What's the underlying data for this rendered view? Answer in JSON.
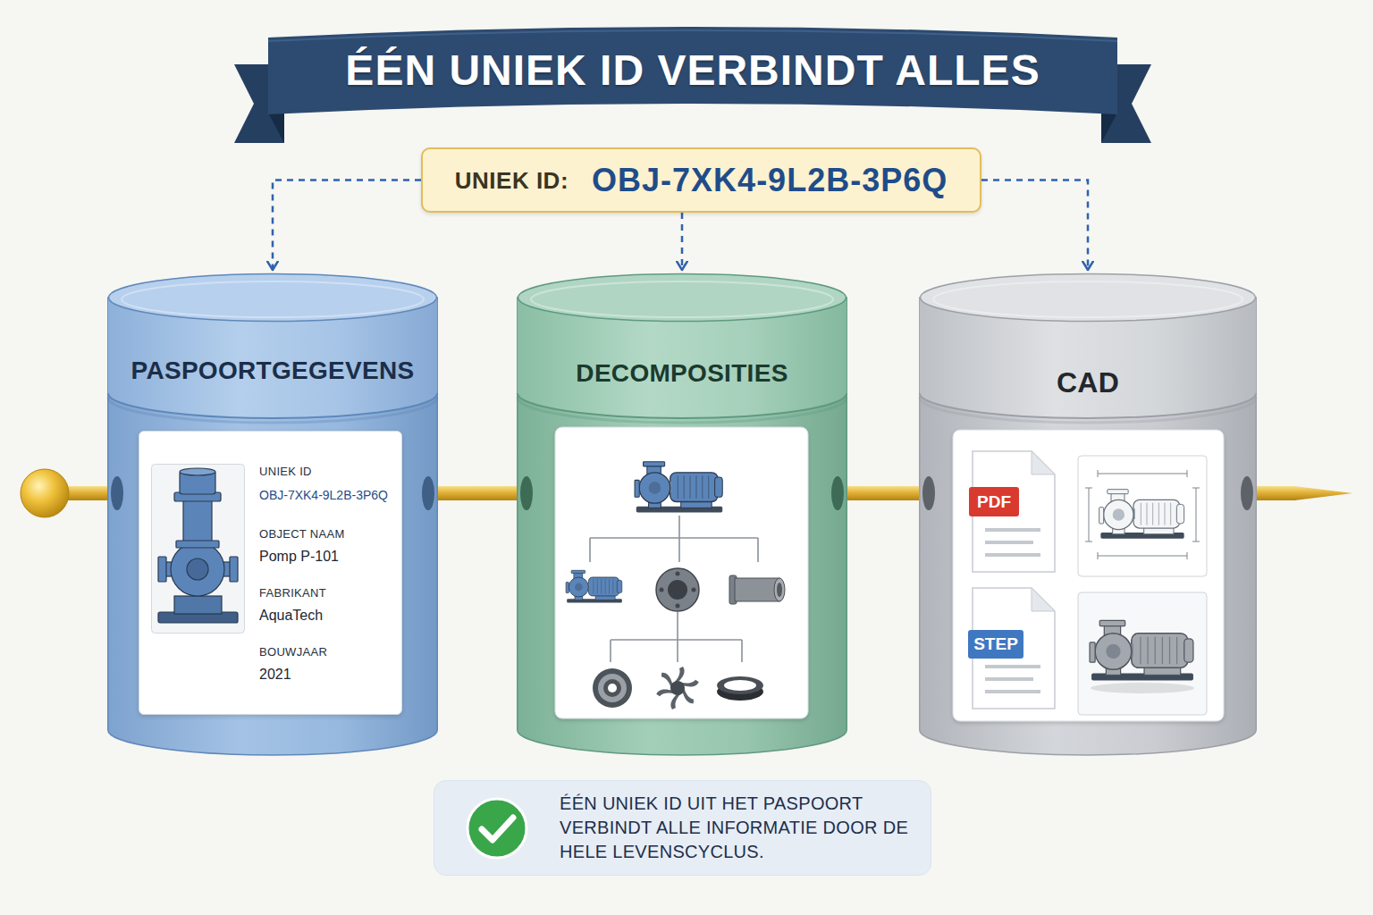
{
  "diagram": {
    "title": "ÉÉN UNIEK ID VERBINDT ALLES",
    "nodes": [
      {
        "text": [
          "UNIEK ID:",
          "OBJ-7XK4-9L2B-3P6Q"
        ]
      },
      {
        "text": [
          "PASPOORTGEGEVENS"
        ]
      },
      {
        "text": [
          "UNIEK ID",
          "OBJ-7XK4-9L2B-3P6Q",
          "OBJECT NAAM",
          "Pomp P-101",
          "FABRIKANT",
          "AquaTech",
          "BOUWJAAR",
          "2021"
        ],
        "in": 1
      },
      {
        "text": [
          "DECOMPOSITIES"
        ]
      },
      {
        "text": [
          "CAD"
        ]
      },
      {
        "text": [
          "ÉÉN UNIEK ID UIT HET PASPOORT VERBINDT ALLE INFORMATIE DOOR DE HELE LEVENSCYCLUS."
        ]
      }
    ],
    "edges": [
      {
        "from": 0,
        "to": 1,
        "arrow": "to"
      },
      {
        "from": 0,
        "to": 3,
        "arrow": "to"
      },
      {
        "from": 0,
        "to": 4,
        "arrow": "to"
      },
      {
        "from": 1,
        "to": 3,
        "arrow": "none"
      },
      {
        "from": 3,
        "to": 4,
        "arrow": "none"
      }
    ],
    "labels": [
      "PDF",
      "STEP"
    ]
  }
}
